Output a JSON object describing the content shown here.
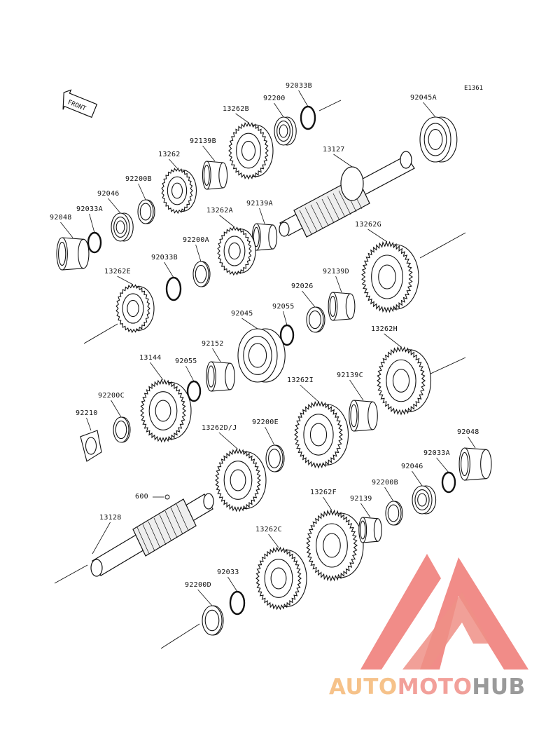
{
  "diagram_code": "E1361",
  "front_label": "FRONT",
  "callout_600": "600",
  "parts": [
    {
      "id": "p1",
      "label": "92033B",
      "shape": "ring"
    },
    {
      "id": "p2",
      "label": "92200",
      "shape": "bearing"
    },
    {
      "id": "p3",
      "label": "13262B",
      "shape": "gear"
    },
    {
      "id": "p4",
      "label": "92139B",
      "shape": "bushing"
    },
    {
      "id": "p5",
      "label": "13262",
      "shape": "gear"
    },
    {
      "id": "p6",
      "label": "92200B",
      "shape": "washer"
    },
    {
      "id": "p7",
      "label": "92046",
      "shape": "bearing"
    },
    {
      "id": "p8",
      "label": "92033A",
      "shape": "ring"
    },
    {
      "id": "p9",
      "label": "92048",
      "shape": "bushing"
    },
    {
      "id": "p10",
      "label": "92045A",
      "shape": "bearing"
    },
    {
      "id": "p11",
      "label": "13127",
      "shape": "shaft"
    },
    {
      "id": "p12",
      "label": "92139A",
      "shape": "bushing"
    },
    {
      "id": "p13",
      "label": "13262A",
      "shape": "gear"
    },
    {
      "id": "p14",
      "label": "92200A",
      "shape": "washer"
    },
    {
      "id": "p15",
      "label": "92033B",
      "shape": "ring"
    },
    {
      "id": "p16",
      "label": "13262E",
      "shape": "gear"
    },
    {
      "id": "p17",
      "label": "13262G",
      "shape": "gear"
    },
    {
      "id": "p18",
      "label": "92139D",
      "shape": "bushing"
    },
    {
      "id": "p19",
      "label": "92026",
      "shape": "washer"
    },
    {
      "id": "p20",
      "label": "92055",
      "shape": "ring"
    },
    {
      "id": "p21",
      "label": "92045",
      "shape": "bearing"
    },
    {
      "id": "p22",
      "label": "92152",
      "shape": "bushing"
    },
    {
      "id": "p23",
      "label": "92055",
      "shape": "ring"
    },
    {
      "id": "p24",
      "label": "13144",
      "shape": "gear"
    },
    {
      "id": "p25",
      "label": "13262H",
      "shape": "gear"
    },
    {
      "id": "p26",
      "label": "13262I",
      "shape": "gear"
    },
    {
      "id": "p27",
      "label": "92139C",
      "shape": "bushing"
    },
    {
      "id": "p28",
      "label": "92200C",
      "shape": "washer"
    },
    {
      "id": "p29",
      "label": "92210",
      "shape": "nut"
    },
    {
      "id": "p30",
      "label": "13262D/J",
      "shape": "gear"
    },
    {
      "id": "p31",
      "label": "92200E",
      "shape": "washer"
    },
    {
      "id": "p32",
      "label": "92048",
      "shape": "bushing"
    },
    {
      "id": "p33",
      "label": "92033A",
      "shape": "ring"
    },
    {
      "id": "p34",
      "label": "92046",
      "shape": "bearing"
    },
    {
      "id": "p35",
      "label": "92200B",
      "shape": "washer"
    },
    {
      "id": "p36",
      "label": "13262F",
      "shape": "gear"
    },
    {
      "id": "p37",
      "label": "92139",
      "shape": "bushing"
    },
    {
      "id": "p38",
      "label": "13128",
      "shape": "shaft"
    },
    {
      "id": "p39",
      "label": "13262C",
      "shape": "gear"
    },
    {
      "id": "p40",
      "label": "92033",
      "shape": "ring"
    },
    {
      "id": "p41",
      "label": "92200D",
      "shape": "washer"
    }
  ],
  "watermark": {
    "part1": "AUTO",
    "part2": "MOTO",
    "part3": "HUB",
    "color1": "#f6c28a",
    "color2": "#f2a09a",
    "color3": "#9a9a9a"
  }
}
